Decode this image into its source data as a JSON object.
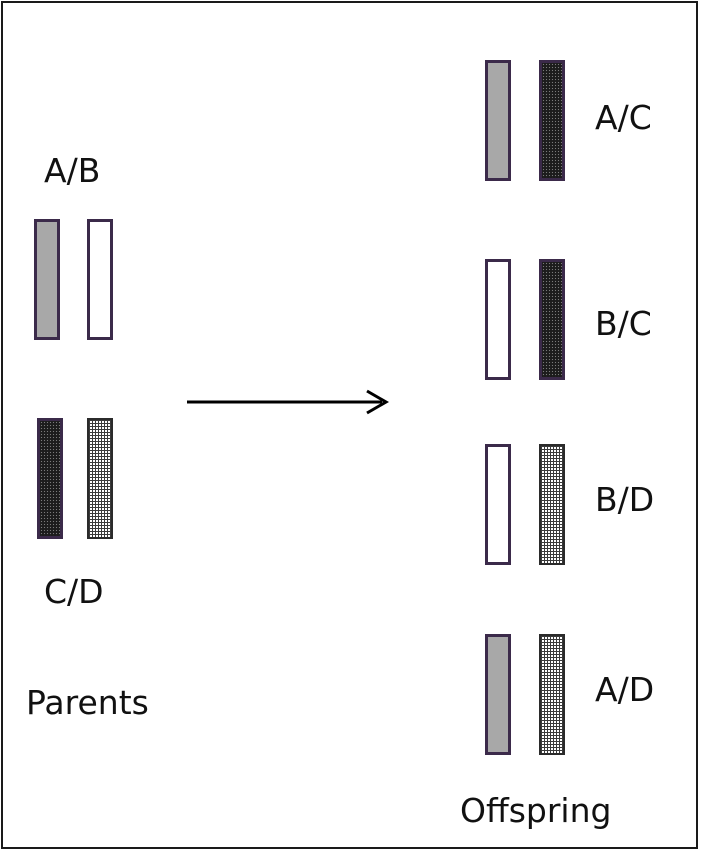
{
  "parents": {
    "top_label": "A/B",
    "bottom_label": "C/D",
    "caption": "Parents",
    "top_pair": [
      "grey",
      "white"
    ],
    "bottom_pair": [
      "dark",
      "check"
    ]
  },
  "offspring": {
    "caption": "Offspring",
    "rows": [
      {
        "label": "A/C",
        "left": "grey",
        "right": "dark"
      },
      {
        "label": "B/C",
        "left": "white",
        "right": "dark"
      },
      {
        "label": "B/D",
        "left": "white",
        "right": "check"
      },
      {
        "label": "A/D",
        "left": "grey",
        "right": "check"
      }
    ]
  },
  "colors": {
    "grey_fill": "#a8a8a8",
    "dark_fill": "#1c1c1c",
    "border": "#3b2a4a",
    "arrow": "#000000"
  }
}
